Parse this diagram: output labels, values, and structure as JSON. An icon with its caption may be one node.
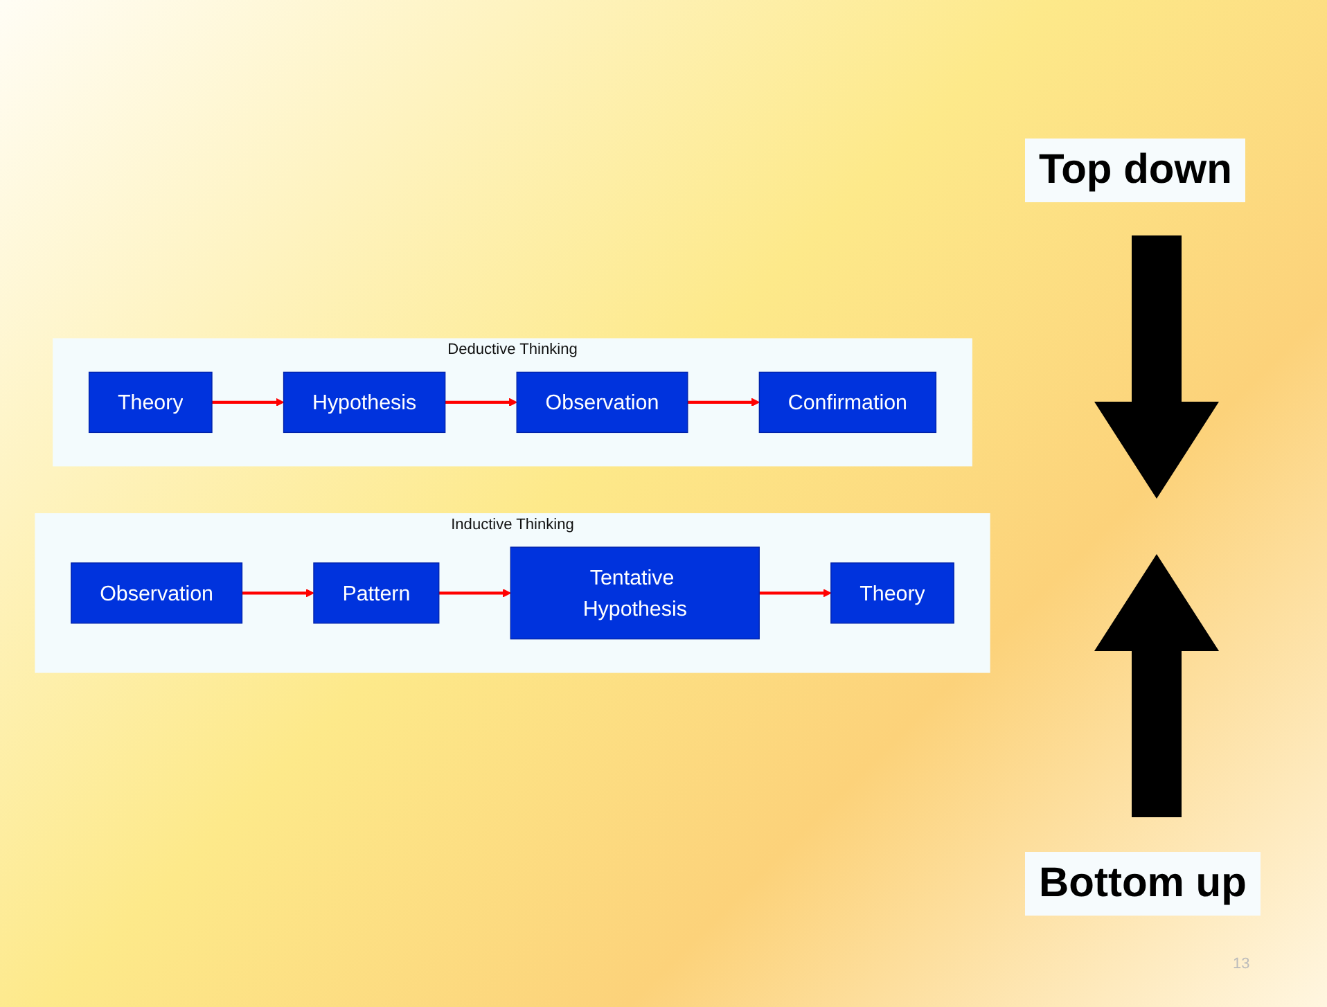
{
  "diagram": {
    "nodes": [
      {
        "text": [
          "Deductive Thinking"
        ]
      },
      {
        "text": [
          "Theory"
        ],
        "in": 0
      },
      {
        "text": [
          "Hypothesis"
        ],
        "in": 0
      },
      {
        "text": [
          "Observation"
        ],
        "in": 0
      },
      {
        "text": [
          "Confirmation"
        ],
        "in": 0
      },
      {
        "text": [
          "Inductive Thinking"
        ]
      },
      {
        "text": [
          "Observation"
        ],
        "in": 5
      },
      {
        "text": [
          "Pattern"
        ],
        "in": 5
      },
      {
        "text": [
          "Tentative Hypothesis"
        ],
        "in": 5
      },
      {
        "text": [
          "Theory"
        ],
        "in": 5
      }
    ],
    "edges": [
      {
        "from": 1,
        "to": 2,
        "arrow": "to",
        "color": "#ff0000"
      },
      {
        "from": 2,
        "to": 3,
        "arrow": "to",
        "color": "#ff0000"
      },
      {
        "from": 3,
        "to": 4,
        "arrow": "to",
        "color": "#ff0000"
      },
      {
        "from": 6,
        "to": 7,
        "arrow": "to",
        "color": "#ff0000"
      },
      {
        "from": 7,
        "to": 8,
        "arrow": "to",
        "color": "#ff0000"
      },
      {
        "from": 8,
        "to": 9,
        "arrow": "to",
        "color": "#ff0000"
      }
    ],
    "labels": [
      "Top down",
      "Bottom up",
      "13"
    ]
  }
}
